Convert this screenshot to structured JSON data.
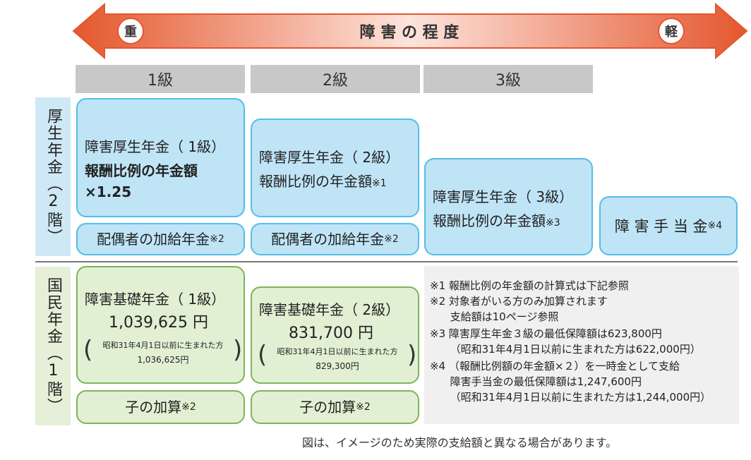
{
  "arrow": {
    "title": "障 害 の 程 度",
    "left_label": "重",
    "right_label": "軽",
    "colors": {
      "dark": "#e4572e",
      "light": "#fde4dc"
    }
  },
  "grades": [
    "1級",
    "2級",
    "3級"
  ],
  "side_labels": {
    "kosei": "厚生年金（2階）",
    "kokumin": "国民年金（1階）"
  },
  "kosei": {
    "g1": {
      "title": "障害厚生年金（ 1級）",
      "detail": "報酬比例の年金額×1.25"
    },
    "g2": {
      "title": "障害厚生年金（ 2級）",
      "detail": "報酬比例の年金額",
      "note": "※1"
    },
    "g3": {
      "title": "障害厚生年金（ 3級）",
      "detail": "報酬比例の年金額",
      "note": "※3"
    },
    "teate": {
      "label": "障 害 手 当 金",
      "note": "※4"
    },
    "haigusha": {
      "label": "配偶者の加給年金",
      "note": "※2"
    }
  },
  "kokumin": {
    "g1": {
      "title": "障害基礎年金（ 1級）",
      "amount": "1,039,625 円",
      "sub_label": "昭和31年4月1日以前に生まれた方",
      "sub_amount": "1,036,625円"
    },
    "g2": {
      "title": "障害基礎年金（ 2級）",
      "amount": "831,700 円",
      "sub_label": "昭和31年4月1日以前に生まれた方",
      "sub_amount": "829,300円"
    },
    "kasan": {
      "label": "子の加算",
      "note": "※2"
    }
  },
  "notes": [
    "※1 報酬比例の年金額の計算式は下記参照",
    "※2 対象者がいる方のみ加算されます",
    "      支給額は10ページ参照",
    "※3 障害厚生年金３級の最低保障額は623,800円",
    "      （昭和31年4月1日以前に生まれた方は622,000円）",
    "※4 （報酬比例額の年金額×２）を一時金として支給",
    "      障害手当金の最低保障額は1,247,600円",
    "      （昭和31年4月1日以前に生まれた方は1,244,000円）"
  ],
  "footer": "図は、イメージのため実際の支給額と異なる場合があります。"
}
